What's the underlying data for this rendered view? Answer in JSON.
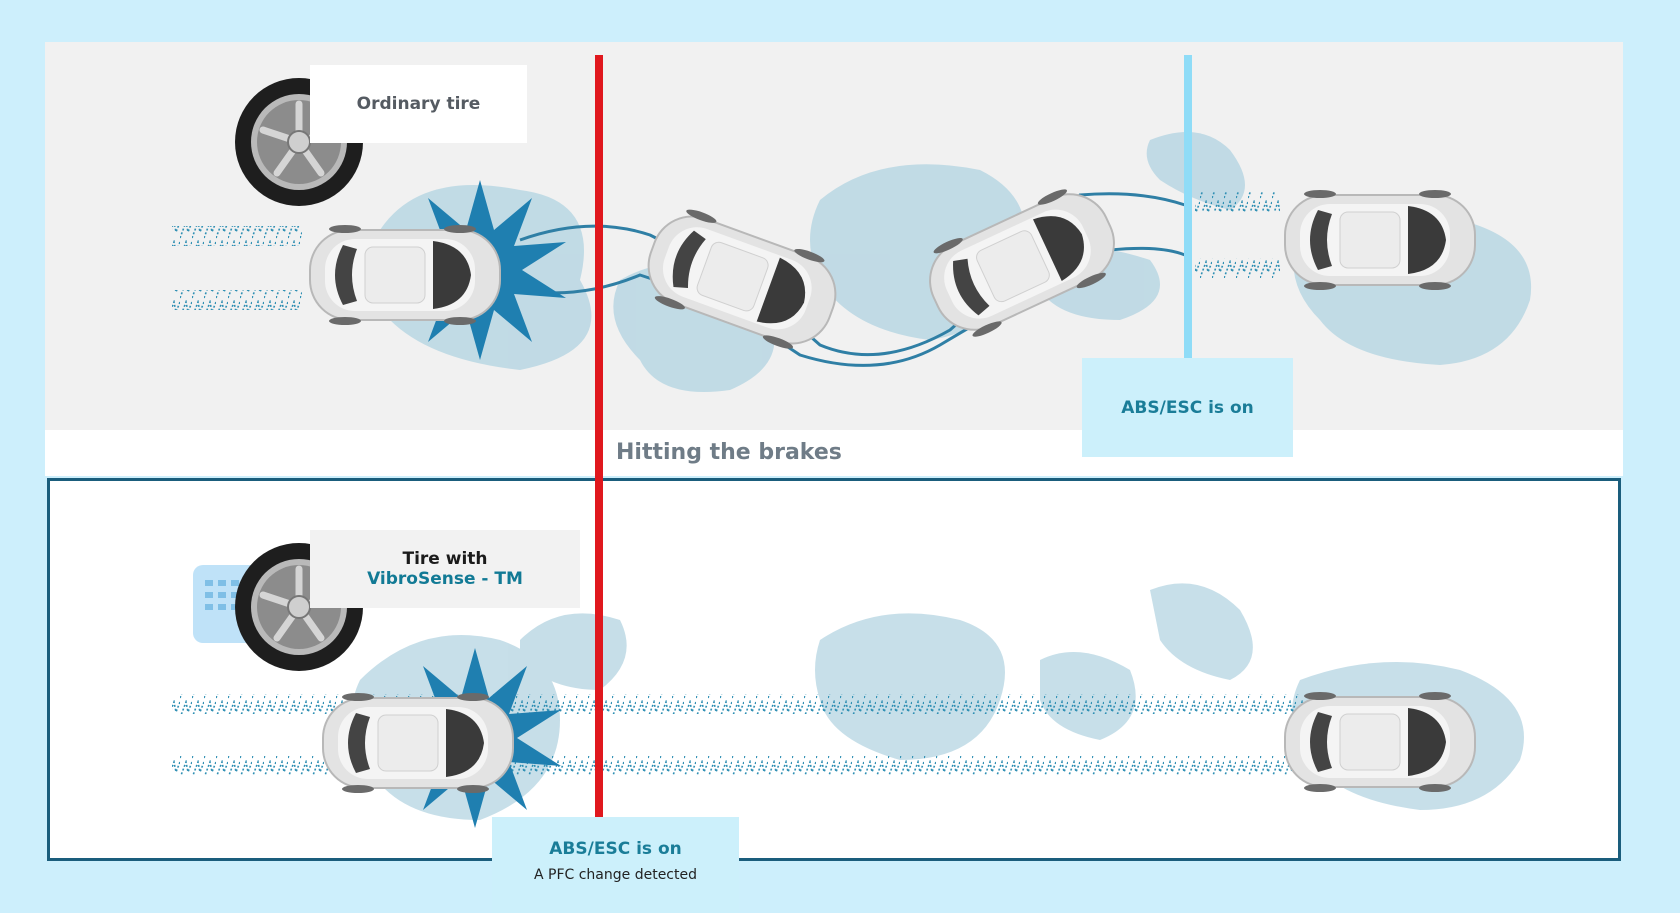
{
  "labels": {
    "ordinary_tire": "Ordinary tire",
    "vibrosense_line1": "Tire with",
    "vibrosense_line2": "VibroSense - TM",
    "hitting_brakes": "Hitting the brakes",
    "abs_top": "ABS/ESC is on",
    "abs_bottom": "ABS/ESC is on",
    "pfc_detected": "A PFC change detected"
  },
  "colors": {
    "background": "#cdeffc",
    "brake_line": "#e0181e",
    "abs_line": "#8fdcf7",
    "accent_teal": "#1a7d98",
    "starburst": "#1f7fb0",
    "puddle": "#b9d7e3"
  },
  "icons": [
    "tire-wheel-icon",
    "car-top-view-icon",
    "starburst-impact-icon",
    "vibration-wave-icon",
    "sensor-chip-icon"
  ]
}
